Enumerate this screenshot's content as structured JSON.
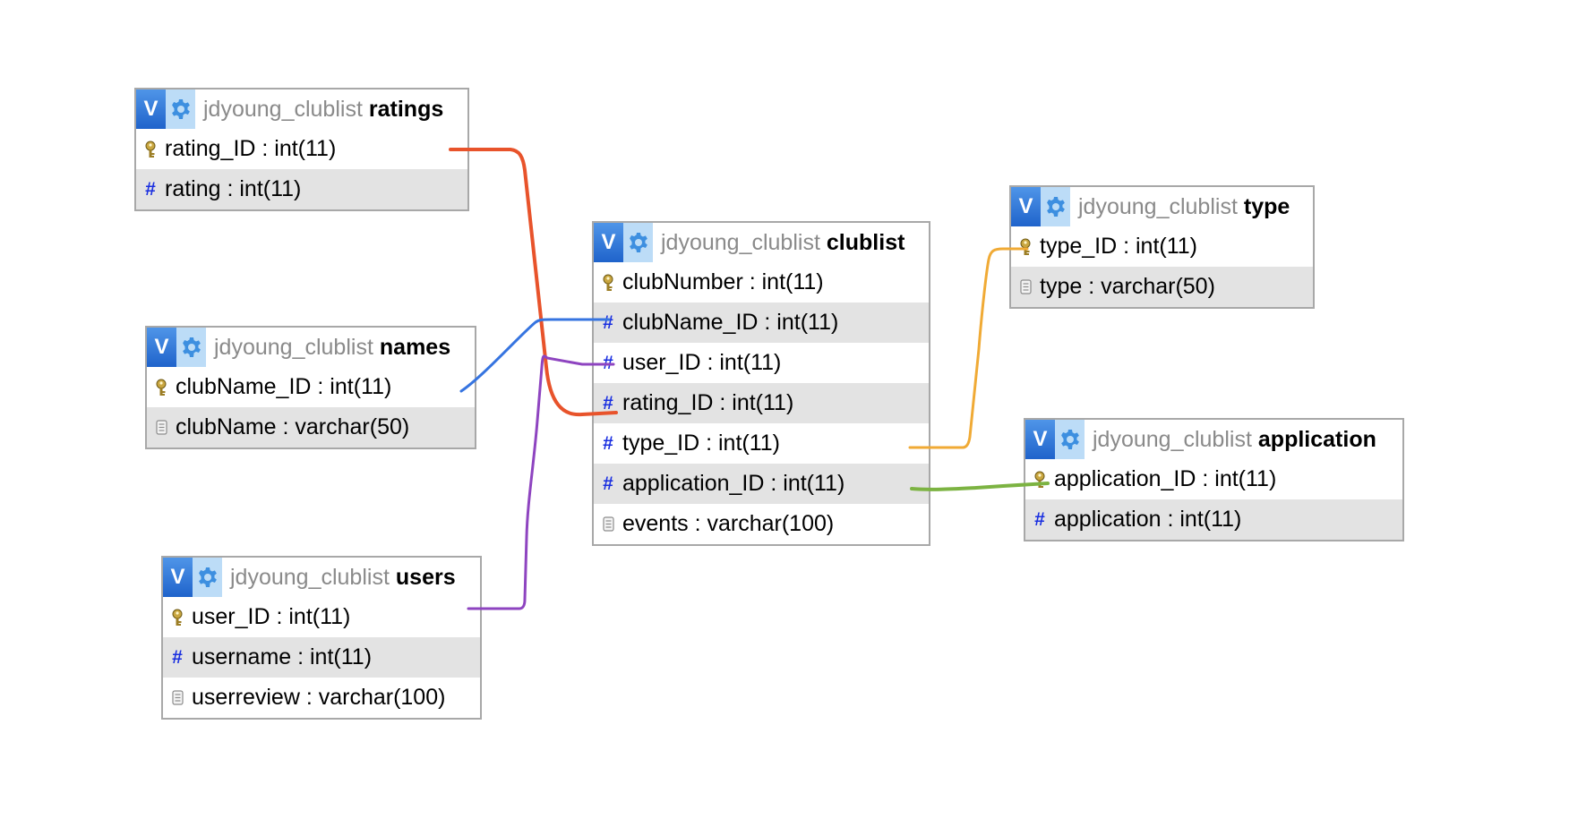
{
  "tables": [
    {
      "id": "ratings",
      "db": "jdyoung_clublist",
      "name": "ratings",
      "columns": [
        {
          "icon": "key-icon",
          "label": "rating_ID : int(11)"
        },
        {
          "icon": "hash-icon",
          "label": "rating : int(11)"
        }
      ]
    },
    {
      "id": "names",
      "db": "jdyoung_clublist",
      "name": "names",
      "columns": [
        {
          "icon": "key-icon",
          "label": "clubName_ID : int(11)"
        },
        {
          "icon": "text-icon",
          "label": "clubName : varchar(50)"
        }
      ]
    },
    {
      "id": "users",
      "db": "jdyoung_clublist",
      "name": "users",
      "columns": [
        {
          "icon": "key-icon",
          "label": "user_ID : int(11)"
        },
        {
          "icon": "hash-icon",
          "label": "username : int(11)"
        },
        {
          "icon": "text-icon",
          "label": "userreview : varchar(100)"
        }
      ]
    },
    {
      "id": "clublist",
      "db": "jdyoung_clublist",
      "name": "clublist",
      "columns": [
        {
          "icon": "key-icon",
          "label": "clubNumber : int(11)"
        },
        {
          "icon": "hash-icon",
          "label": "clubName_ID : int(11)"
        },
        {
          "icon": "hash-icon",
          "label": "user_ID : int(11)"
        },
        {
          "icon": "hash-icon",
          "label": "rating_ID : int(11)"
        },
        {
          "icon": "hash-icon",
          "label": "type_ID : int(11)"
        },
        {
          "icon": "hash-icon",
          "label": "application_ID : int(11)"
        },
        {
          "icon": "text-icon",
          "label": "events : varchar(100)"
        }
      ]
    },
    {
      "id": "type",
      "db": "jdyoung_clublist",
      "name": "type",
      "columns": [
        {
          "icon": "key-icon",
          "label": "type_ID : int(11)"
        },
        {
          "icon": "text-icon",
          "label": "type : varchar(50)"
        }
      ]
    },
    {
      "id": "application",
      "db": "jdyoung_clublist",
      "name": "application",
      "columns": [
        {
          "icon": "key-icon",
          "label": "application_ID : int(11)"
        },
        {
          "icon": "hash-icon",
          "label": "application : int(11)"
        }
      ]
    }
  ],
  "relations": [
    {
      "from": "ratings.rating_ID",
      "to": "clublist.rating_ID",
      "color": "#e8532b"
    },
    {
      "from": "names.clubName_ID",
      "to": "clublist.clubName_ID",
      "color": "#3674e0"
    },
    {
      "from": "users.user_ID",
      "to": "clublist.user_ID",
      "color": "#8e44c0"
    },
    {
      "from": "type.type_ID",
      "to": "clublist.type_ID",
      "color": "#f0aa35"
    },
    {
      "from": "application.application_ID",
      "to": "clublist.application_ID",
      "color": "#7cb342"
    }
  ],
  "colors": {
    "header_v_button": "#2f7ad8",
    "header_gear_button": "#bcdcf7",
    "title_db_text": "#8a8a8a",
    "row_shaded": "#e3e3e3",
    "border": "#a8a8a8",
    "hash_icon": "#1a2fe0"
  }
}
